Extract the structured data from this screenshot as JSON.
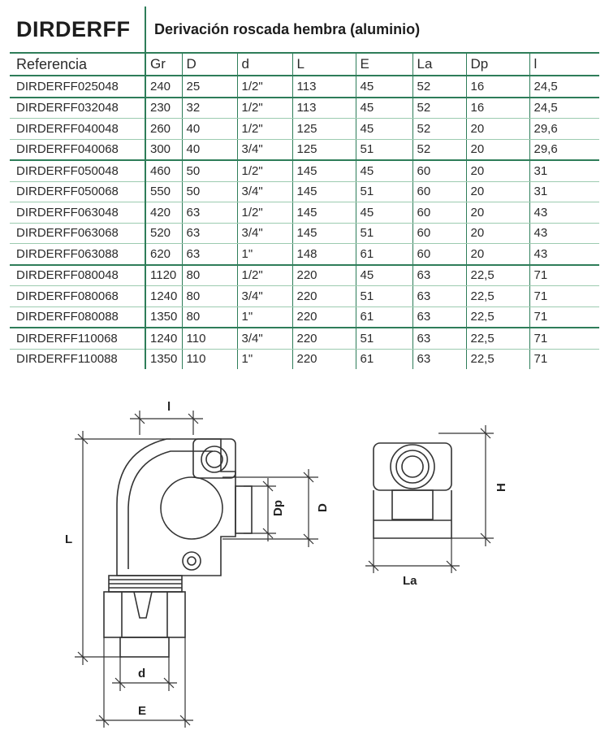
{
  "product": {
    "code": "DIRDERFF",
    "description": "Derivación roscada hembra (aluminio)"
  },
  "table": {
    "columns": [
      "Referencia",
      "Gr",
      "D",
      "d",
      "L",
      "E",
      "La",
      "Dp",
      "l"
    ],
    "rows": [
      [
        "DIRDERFF025048",
        "240",
        "25",
        "1/2\"",
        "113",
        "45",
        "52",
        "16",
        "24,5"
      ],
      [
        "DIRDERFF032048",
        "230",
        "32",
        "1/2\"",
        "113",
        "45",
        "52",
        "16",
        "24,5"
      ],
      [
        "DIRDERFF040048",
        "260",
        "40",
        "1/2\"",
        "125",
        "45",
        "52",
        "20",
        "29,6"
      ],
      [
        "DIRDERFF040068",
        "300",
        "40",
        "3/4\"",
        "125",
        "51",
        "52",
        "20",
        "29,6"
      ],
      [
        "DIRDERFF050048",
        "460",
        "50",
        "1/2\"",
        "145",
        "45",
        "60",
        "20",
        "31"
      ],
      [
        "DIRDERFF050068",
        "550",
        "50",
        "3/4\"",
        "145",
        "51",
        "60",
        "20",
        "31"
      ],
      [
        "DIRDERFF063048",
        "420",
        "63",
        "1/2\"",
        "145",
        "45",
        "60",
        "20",
        "43"
      ],
      [
        "DIRDERFF063068",
        "520",
        "63",
        "3/4\"",
        "145",
        "51",
        "60",
        "20",
        "43"
      ],
      [
        "DIRDERFF063088",
        "620",
        "63",
        "1\"",
        "148",
        "61",
        "60",
        "20",
        "43"
      ],
      [
        "DIRDERFF080048",
        "1120",
        "80",
        "1/2\"",
        "220",
        "45",
        "63",
        "22,5",
        "71"
      ],
      [
        "DIRDERFF080068",
        "1240",
        "80",
        "3/4\"",
        "220",
        "51",
        "63",
        "22,5",
        "71"
      ],
      [
        "DIRDERFF080088",
        "1350",
        "80",
        "1\"",
        "220",
        "61",
        "63",
        "22,5",
        "71"
      ],
      [
        "DIRDERFF110068",
        "1240",
        "110",
        "3/4\"",
        "220",
        "51",
        "63",
        "22,5",
        "71"
      ],
      [
        "DIRDERFF110088",
        "1350",
        "110",
        "1\"",
        "220",
        "61",
        "63",
        "22,5",
        "71"
      ]
    ],
    "group_end_rows": [
      0,
      3,
      8,
      11
    ]
  },
  "drawing": {
    "dim_l": "l",
    "dim_L": "L",
    "dim_Dp": "Dp",
    "dim_D": "D",
    "dim_d": "d",
    "dim_E": "E",
    "dim_H": "H",
    "dim_La": "La"
  }
}
